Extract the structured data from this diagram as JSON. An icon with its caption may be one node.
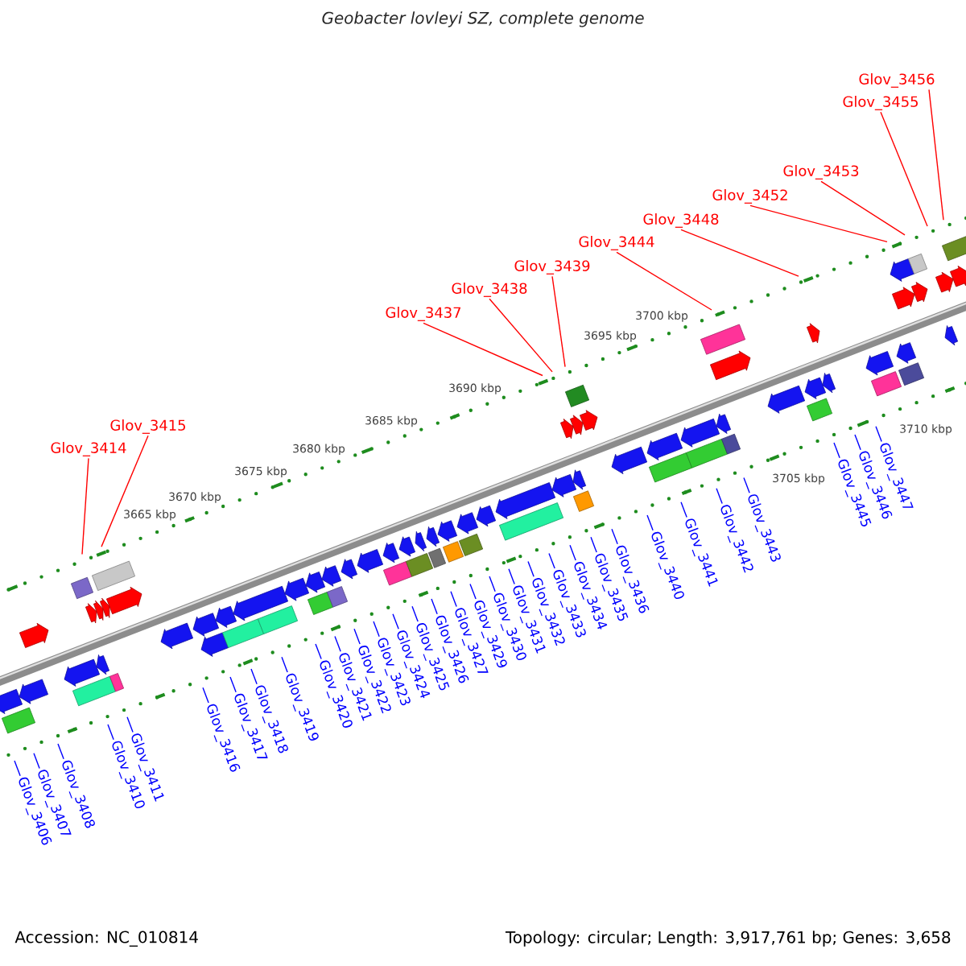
{
  "diagram": {
    "title": "Geobacter lovleyi SZ, complete genome",
    "nodes": [
      {
        "text": [
          "Glov_3406"
        ]
      },
      {
        "text": [
          "Glov_3407"
        ]
      },
      {
        "text": [
          "Glov_3408"
        ]
      },
      {
        "text": [
          "Glov_3410"
        ]
      },
      {
        "text": [
          "Glov_3411"
        ]
      },
      {
        "text": [
          "Glov_3414"
        ]
      },
      {
        "text": [
          "Glov_3415"
        ]
      },
      {
        "text": [
          "Glov_3416"
        ]
      },
      {
        "text": [
          "Glov_3417"
        ]
      },
      {
        "text": [
          "Glov_3418"
        ]
      },
      {
        "text": [
          "Glov_3419"
        ]
      },
      {
        "text": [
          "Glov_3420"
        ]
      },
      {
        "text": [
          "Glov_3421"
        ]
      },
      {
        "text": [
          "Glov_3422"
        ]
      },
      {
        "text": [
          "Glov_3423"
        ]
      },
      {
        "text": [
          "Glov_3424"
        ]
      },
      {
        "text": [
          "Glov_3425"
        ]
      },
      {
        "text": [
          "Glov_3426"
        ]
      },
      {
        "text": [
          "Glov_3427"
        ]
      },
      {
        "text": [
          "Glov_3429"
        ]
      },
      {
        "text": [
          "Glov_3430"
        ]
      },
      {
        "text": [
          "Glov_3431"
        ]
      },
      {
        "text": [
          "Glov_3432"
        ]
      },
      {
        "text": [
          "Glov_3433"
        ]
      },
      {
        "text": [
          "Glov_3434"
        ]
      },
      {
        "text": [
          "Glov_3435"
        ]
      },
      {
        "text": [
          "Glov_3436"
        ]
      },
      {
        "text": [
          "Glov_3437"
        ]
      },
      {
        "text": [
          "Glov_3438"
        ]
      },
      {
        "text": [
          "Glov_3439"
        ]
      },
      {
        "text": [
          "Glov_3440"
        ]
      },
      {
        "text": [
          "Glov_3441"
        ]
      },
      {
        "text": [
          "Glov_3442"
        ]
      },
      {
        "text": [
          "Glov_3443"
        ]
      },
      {
        "text": [
          "Glov_3444"
        ]
      },
      {
        "text": [
          "Glov_3445"
        ]
      },
      {
        "text": [
          "Glov_3446"
        ]
      },
      {
        "text": [
          "Glov_3447"
        ]
      },
      {
        "text": [
          "Glov_3448"
        ]
      },
      {
        "text": [
          "Glov_3452"
        ]
      },
      {
        "text": [
          "Glov_3453"
        ]
      },
      {
        "text": [
          "Glov_3455"
        ]
      },
      {
        "text": [
          "Glov_3456"
        ]
      }
    ],
    "edges": [
      {
        "from": 0,
        "to": null,
        "arrow": "none"
      },
      {
        "from": 1,
        "to": null,
        "arrow": "none"
      },
      {
        "from": 2,
        "to": null,
        "arrow": "none"
      },
      {
        "from": 3,
        "to": null,
        "arrow": "none"
      },
      {
        "from": 4,
        "to": null,
        "arrow": "none"
      },
      {
        "from": 5,
        "to": null,
        "arrow": "none",
        "color": "#ff0000"
      },
      {
        "from": 6,
        "to": null,
        "arrow": "none",
        "color": "#ff0000"
      },
      {
        "from": 7,
        "to": null,
        "arrow": "none"
      },
      {
        "from": 8,
        "to": null,
        "arrow": "none"
      },
      {
        "from": 9,
        "to": null,
        "arrow": "none"
      },
      {
        "from": 10,
        "to": null,
        "arrow": "none"
      },
      {
        "from": 11,
        "to": null,
        "arrow": "none"
      },
      {
        "from": 12,
        "to": null,
        "arrow": "none"
      },
      {
        "from": 13,
        "to": null,
        "arrow": "none"
      },
      {
        "from": 14,
        "to": null,
        "arrow": "none"
      },
      {
        "from": 15,
        "to": null,
        "arrow": "none"
      },
      {
        "from": 16,
        "to": null,
        "arrow": "none"
      },
      {
        "from": 17,
        "to": null,
        "arrow": "none"
      },
      {
        "from": 18,
        "to": null,
        "arrow": "none"
      },
      {
        "from": 19,
        "to": null,
        "arrow": "none"
      },
      {
        "from": 20,
        "to": null,
        "arrow": "none"
      },
      {
        "from": 21,
        "to": null,
        "arrow": "none"
      },
      {
        "from": 22,
        "to": null,
        "arrow": "none"
      },
      {
        "from": 23,
        "to": null,
        "arrow": "none"
      },
      {
        "from": 24,
        "to": null,
        "arrow": "none"
      },
      {
        "from": 25,
        "to": null,
        "arrow": "none"
      },
      {
        "from": 26,
        "to": null,
        "arrow": "none"
      },
      {
        "from": 27,
        "to": null,
        "arrow": "none",
        "color": "#ff0000"
      },
      {
        "from": 28,
        "to": null,
        "arrow": "none",
        "color": "#ff0000"
      },
      {
        "from": 29,
        "to": null,
        "arrow": "none",
        "color": "#ff0000"
      },
      {
        "from": 30,
        "to": null,
        "arrow": "none"
      },
      {
        "from": 31,
        "to": null,
        "arrow": "none"
      },
      {
        "from": 32,
        "to": null,
        "arrow": "none"
      },
      {
        "from": 33,
        "to": null,
        "arrow": "none"
      },
      {
        "from": 34,
        "to": null,
        "arrow": "none",
        "color": "#ff0000"
      },
      {
        "from": 35,
        "to": null,
        "arrow": "none"
      },
      {
        "from": 36,
        "to": null,
        "arrow": "none"
      },
      {
        "from": 37,
        "to": null,
        "arrow": "none"
      },
      {
        "from": 38,
        "to": null,
        "arrow": "none",
        "color": "#ff0000"
      },
      {
        "from": 39,
        "to": null,
        "arrow": "none",
        "color": "#ff0000"
      },
      {
        "from": 40,
        "to": null,
        "arrow": "none",
        "color": "#ff0000"
      },
      {
        "from": 41,
        "to": null,
        "arrow": "none",
        "color": "#ff0000"
      },
      {
        "from": 42,
        "to": null,
        "arrow": "none",
        "color": "#ff0000"
      }
    ],
    "labels": [
      "3665 kbp",
      "3670 kbp",
      "3675 kbp",
      "3680 kbp",
      "3685 kbp",
      "3690 kbp",
      "3695 kbp",
      "3700 kbp",
      "3705 kbp",
      "3710 kbp",
      "Accession: NC_010814",
      "Topology: circular; Length: 3,917,761 bp; Genes: 3,658"
    ]
  }
}
